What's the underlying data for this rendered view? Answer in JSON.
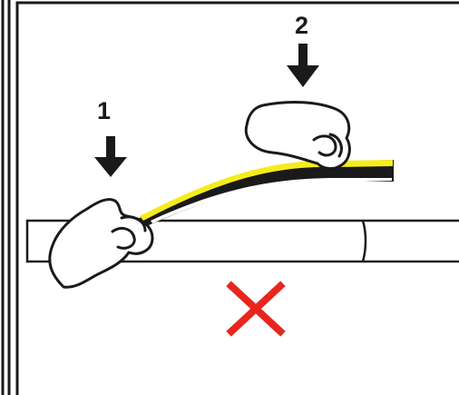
{
  "steps": [
    {
      "label": "1"
    },
    {
      "label": "2"
    }
  ],
  "result": {
    "icon": "x-mark-icon",
    "meaning": "incorrect",
    "color": "#e8261e"
  },
  "colors": {
    "tape_fill": "#f5ec1d",
    "ink": "#1a1a1a",
    "frame": "#1a1a1a",
    "background": "#ffffff"
  }
}
